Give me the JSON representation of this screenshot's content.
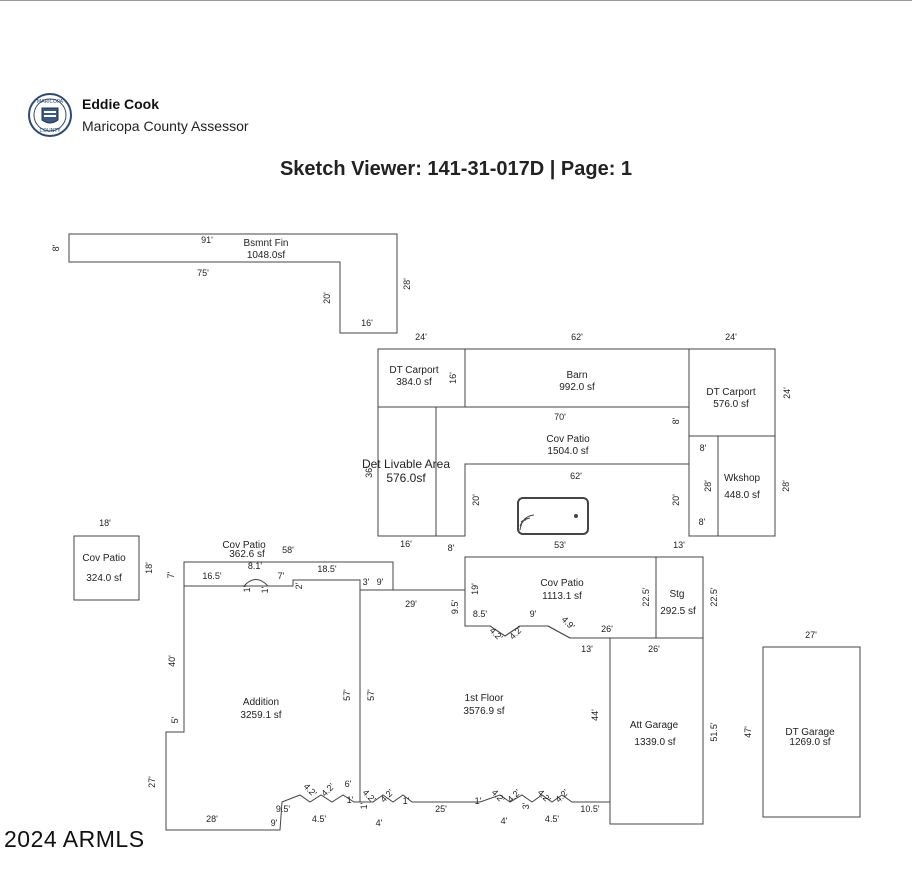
{
  "header": {
    "name": "Eddie Cook",
    "office": "Maricopa County Assessor",
    "seal_words": [
      "MARICOPA",
      "COUNTY"
    ]
  },
  "title": "Sketch Viewer: 141-31-017D | Page: 1",
  "watermark": "2024 ARMLS",
  "areas": {
    "bsmnt": {
      "name": "Bsmnt Fin",
      "size": "1048.0sf"
    },
    "dt_carport_l": {
      "name": "DT Carport",
      "size": "384.0 sf"
    },
    "barn": {
      "name": "Barn",
      "size": "992.0 sf"
    },
    "dt_carport_r": {
      "name": "DT Carport",
      "size": "576.0 sf"
    },
    "cov_patio_top": {
      "name": "Cov Patio",
      "size": "1504.0 sf"
    },
    "det_livable": {
      "name": "Det Livable Area",
      "size": "576.0sf"
    },
    "wkshop": {
      "name": "Wkshop",
      "size": "448.0 sf"
    },
    "cov_patio_small": {
      "name": "Cov Patio",
      "size": "324.0 sf"
    },
    "cov_patio_add": {
      "name": "Cov Patio",
      "size": "362.6 sf"
    },
    "cov_patio_right": {
      "name": "Cov Patio",
      "size": "1113.1 sf"
    },
    "stg": {
      "name": "Stg",
      "size": "292.5 sf"
    },
    "addition": {
      "name": "Addition",
      "size": "3259.1 sf"
    },
    "first_floor": {
      "name": "1st Floor",
      "size": "3576.9 sf"
    },
    "att_garage": {
      "name": "Att Garage",
      "size": "1339.0 sf"
    },
    "dt_garage": {
      "name": "DT Garage",
      "size": "1269.0 sf"
    }
  },
  "dims": {
    "d_8a": "8'",
    "d_91": "91'",
    "d_75": "75'",
    "d_20a": "20'",
    "d_28a": "28'",
    "d_16a": "16'",
    "d_24a": "24'",
    "d_62a": "62'",
    "d_24b": "24'",
    "d_16b": "16'",
    "d_24c": "24'",
    "d_70": "70'",
    "d_8b": "8'",
    "d_8c": "8'",
    "d_36": "36'",
    "d_62b": "62'",
    "d_20b": "20'",
    "d_20c": "20'",
    "d_28b": "28'",
    "d_28c": "28'",
    "d_8d": "8'",
    "d_16c": "16'",
    "d_8e": "8'",
    "d_53": "53'",
    "d_13a": "13'",
    "d_18a": "18'",
    "d_18b": "18'",
    "d_58": "58'",
    "d_81": "8.1'",
    "d_7a": "7'",
    "d_165": "16.5'",
    "d_7b": "7'",
    "d_185": "18.5'",
    "d_3": "3'",
    "d_9a": "9'",
    "d_1a": "1'",
    "d_1b": "1'",
    "d_2a": "2'",
    "d_29": "29'",
    "d_95a": "9.5'",
    "d_19": "19'",
    "d_85": "8.5'",
    "d_9b": "9'",
    "d_225a": "22.5'",
    "d_225b": "22.5'",
    "d_49": "4.9'",
    "d_26a": "26'",
    "d_42a": "4.2'",
    "d_42b": "4.2'",
    "d_13b": "13'",
    "d_26b": "26'",
    "d_27a": "27'",
    "d_40": "40'",
    "d_5": "5'",
    "d_57a": "57'",
    "d_57b": "57'",
    "d_44": "44'",
    "d_515": "51.5'",
    "d_47": "47'",
    "d_27b": "27'",
    "d_28d": "28'",
    "d_95b": "9.5'",
    "d_9c": "9'",
    "d_45a": "4.5'",
    "d_42c": "4.2'",
    "d_42d": "4.2'",
    "d_6": "6'",
    "d_1c": "1'",
    "d_42e": "4.2'",
    "d_42f": "4.2'",
    "d_1d": "1'",
    "d_1e": "1'",
    "d_4a": "4'",
    "d_25": "25'",
    "d_1f": "1'",
    "d_42g": "4.2'",
    "d_42h": "4.2'",
    "d_4b": "4'",
    "d_3b": "3'",
    "d_42i": "4.2'",
    "d_42j": "4.2'",
    "d_45b": "4.5'",
    "d_105": "10.5'"
  }
}
